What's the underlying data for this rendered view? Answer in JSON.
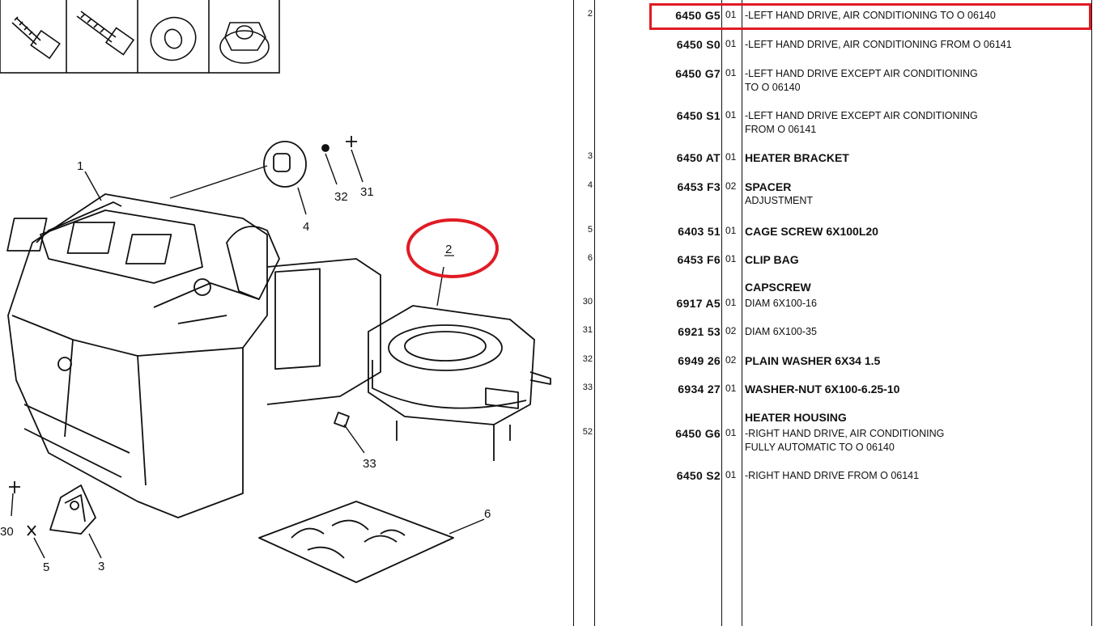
{
  "diagram": {
    "callouts": [
      "1",
      "2",
      "3",
      "4",
      "5",
      "6",
      "30",
      "31",
      "32",
      "33"
    ],
    "highlight_callout": "2",
    "highlight_color": "#e01b24"
  },
  "table": {
    "rows": [
      {
        "ref": "2",
        "pn": "6450 G5",
        "qty": "01",
        "lines": [
          {
            "text": "-LEFT HAND DRIVE, AIR CONDITIONING TO O 06140",
            "bold": false
          }
        ]
      },
      {
        "ref": "",
        "pn": "6450 S0",
        "qty": "01",
        "lines": [
          {
            "text": "-LEFT HAND DRIVE, AIR CONDITIONING FROM O 06141",
            "bold": false
          }
        ]
      },
      {
        "ref": "",
        "pn": "6450 G7",
        "qty": "01",
        "lines": [
          {
            "text": "-LEFT HAND DRIVE EXCEPT AIR CONDITIONING",
            "bold": false
          },
          {
            "text": "TO O 06140",
            "bold": false
          }
        ]
      },
      {
        "ref": "",
        "pn": "6450 S1",
        "qty": "01",
        "lines": [
          {
            "text": "-LEFT HAND DRIVE EXCEPT AIR CONDITIONING",
            "bold": false
          },
          {
            "text": "FROM O 06141",
            "bold": false
          }
        ]
      },
      {
        "ref": "3",
        "pn": "6450 AT",
        "qty": "01",
        "lines": [
          {
            "text": "HEATER BRACKET",
            "bold": true
          }
        ]
      },
      {
        "ref": "4",
        "pn": "6453 F3",
        "qty": "02",
        "lines": [
          {
            "text": "SPACER",
            "bold": true
          },
          {
            "text": "ADJUSTMENT",
            "bold": false
          }
        ]
      },
      {
        "ref": "5",
        "pn": "6403 51",
        "qty": "01",
        "lines": [
          {
            "text": "CAGE SCREW 6X100L20",
            "bold": true
          }
        ]
      },
      {
        "ref": "6",
        "pn": "6453 F6",
        "qty": "01",
        "lines": [
          {
            "text": "CLIP BAG",
            "bold": true
          }
        ]
      },
      {
        "ref": "",
        "pn": "",
        "qty": "",
        "lines": [
          {
            "text": "CAPSCREW",
            "bold": true
          }
        ]
      },
      {
        "ref": "30",
        "pn": "6917 A5",
        "qty": "01",
        "lines": [
          {
            "text": "DIAM 6X100-16",
            "bold": false
          }
        ]
      },
      {
        "ref": "31",
        "pn": "6921 53",
        "qty": "02",
        "lines": [
          {
            "text": "DIAM 6X100-35",
            "bold": false
          }
        ]
      },
      {
        "ref": "32",
        "pn": "6949 26",
        "qty": "02",
        "lines": [
          {
            "text": "PLAIN WASHER 6X34 1.5",
            "bold": true
          }
        ]
      },
      {
        "ref": "33",
        "pn": "6934 27",
        "qty": "01",
        "lines": [
          {
            "text": "WASHER-NUT 6X100-6.25-10",
            "bold": true
          }
        ]
      },
      {
        "ref": "",
        "pn": "",
        "qty": "",
        "lines": [
          {
            "text": "HEATER HOUSING",
            "bold": true
          }
        ]
      },
      {
        "ref": "52",
        "pn": "6450 G6",
        "qty": "01",
        "lines": [
          {
            "text": "-RIGHT HAND DRIVE, AIR CONDITIONING",
            "bold": false
          },
          {
            "text": "FULLY AUTOMATIC TO O 06140",
            "bold": false
          }
        ]
      },
      {
        "ref": "",
        "pn": "6450 S2",
        "qty": "01",
        "lines": [
          {
            "text": "-RIGHT HAND DRIVE FROM O 06141",
            "bold": false
          }
        ]
      }
    ],
    "highlight_row": 0,
    "highlight_color": "#e01b24"
  }
}
